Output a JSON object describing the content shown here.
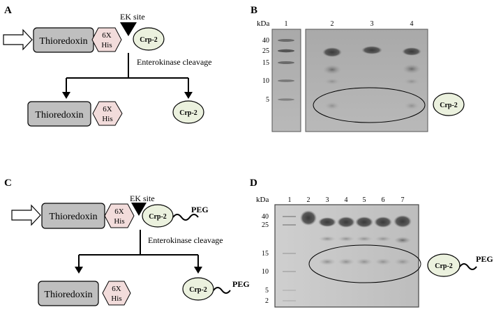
{
  "figure": {
    "panel_labels": {
      "a": "A",
      "b": "B",
      "c": "C",
      "d": "D"
    },
    "common": {
      "thioredoxin": "Thioredoxin",
      "his_top": "6X",
      "his_bottom": "His",
      "ek_site": "EK site",
      "crp2": "Crp-2",
      "cleavage": "Enterokinase cleavage",
      "peg": "PEG"
    },
    "gel_b": {
      "unit": "kDa",
      "markers": [
        "40",
        "25",
        "15",
        "10",
        "5"
      ],
      "lanes": [
        "1",
        "2",
        "3",
        "4"
      ]
    },
    "gel_d": {
      "unit": "kDa",
      "markers": [
        "40",
        "25",
        "15",
        "10",
        "5",
        "2"
      ],
      "lanes": [
        "1",
        "2",
        "3",
        "4",
        "5",
        "6",
        "7"
      ]
    }
  }
}
